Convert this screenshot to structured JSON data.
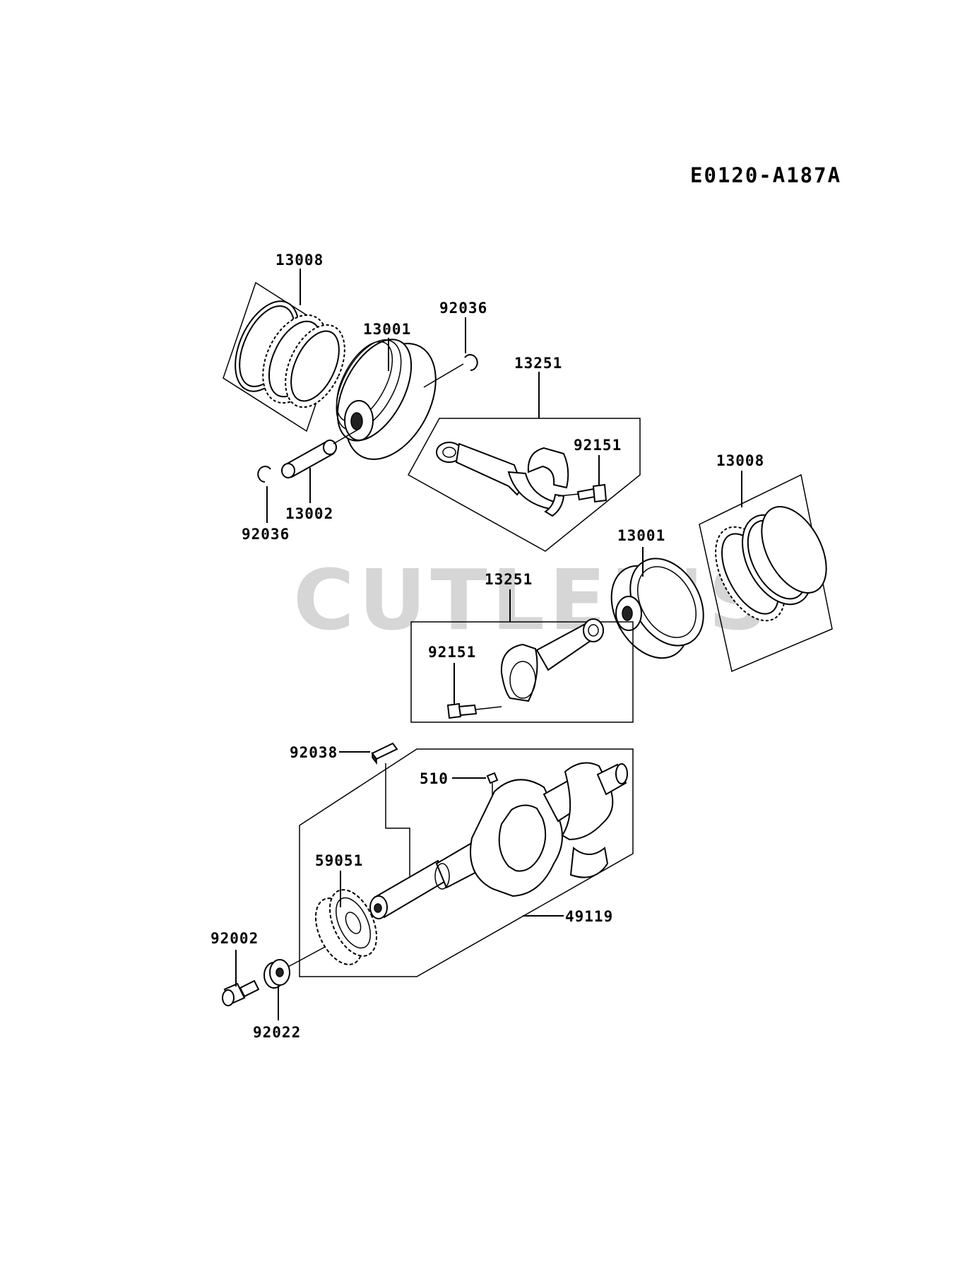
{
  "diagram": {
    "code": "E0120-A187A",
    "watermark": "CUTLER'S",
    "labels": {
      "rings_top": "13008",
      "piston_top": "13001",
      "clip_top_right": "92036",
      "conrod_top": "13251",
      "bolt_top": "92151",
      "pin": "13002",
      "clip_top_left": "92036",
      "rings_right": "13008",
      "piston_right": "13001",
      "conrod_bottom": "13251",
      "bolt_bottom": "92151",
      "key_top": "92038",
      "key_small": "510",
      "gear": "59051",
      "crankshaft": "49119",
      "bolt_gear": "92002",
      "washer": "92022"
    }
  }
}
